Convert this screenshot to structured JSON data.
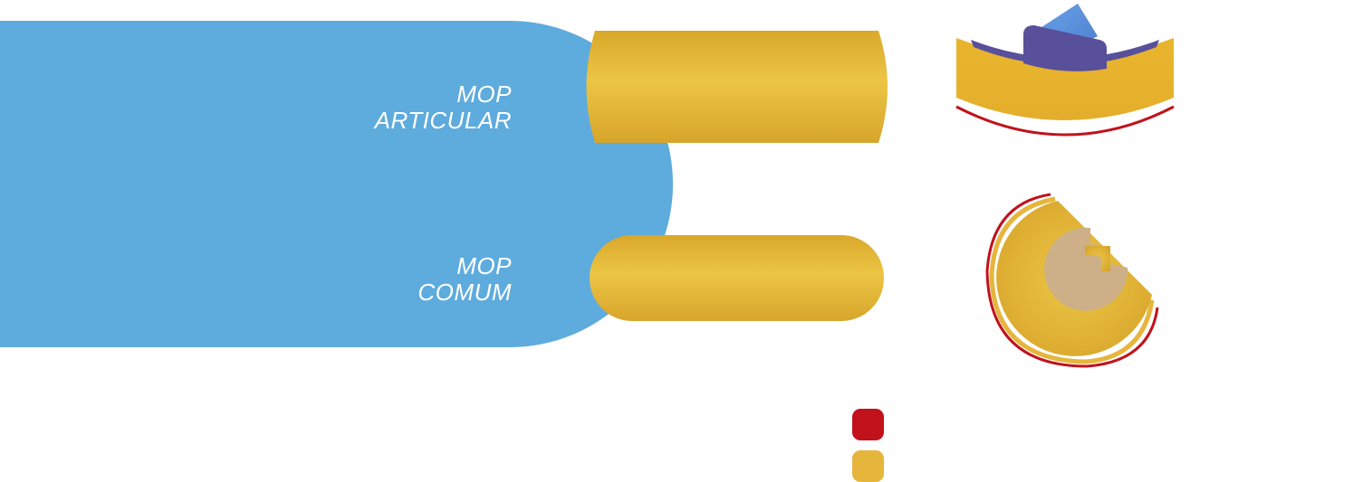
{
  "labels": {
    "articular": {
      "line1": "MOP",
      "line2": "ARTICULAR"
    },
    "comum": {
      "line1": "MOP",
      "line2": "COMUM"
    }
  },
  "colors": {
    "panel_blue": "#5eabdd",
    "sponge_yellow": "#e7b933",
    "sponge_light": "#ecc544",
    "handle_purple": "#58509b",
    "handle_blue": "#5b8fd8",
    "accent_red": "#c1121c",
    "core_beige": "#cdb087"
  },
  "legend": [
    {
      "color": "#c1121c"
    },
    {
      "color": "#e6b53c"
    }
  ]
}
